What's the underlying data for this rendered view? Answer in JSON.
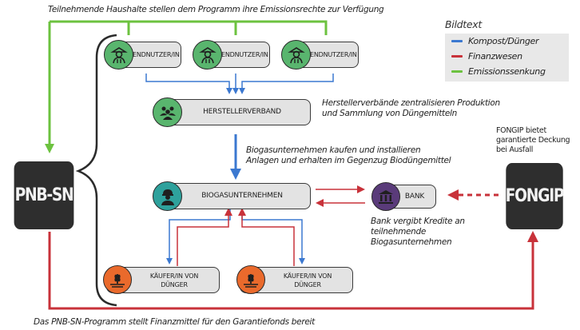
{
  "colors": {
    "compost": "#3b78d0",
    "finance": "#c8323a",
    "emission": "#6cc23f",
    "node_green": "#59b56e",
    "node_teal": "#2ea19c",
    "node_purple": "#5a3b7a",
    "node_orange": "#ea6a2c",
    "dark_box": "#2e2e2e"
  },
  "captions": {
    "top": "Teilnehmende Haushalte stellen dem Programm ihre Emissionsrechte zur Verfügung",
    "herstellerverband": [
      "Herstellerverbände zentralisieren Produktion",
      "und Sammlung von Düngemitteln"
    ],
    "biogas": [
      "Biogasunternehmen kaufen und installieren",
      "Anlagen und erhalten im Gegenzug Biodüngemittel"
    ],
    "bank": [
      "Bank vergibt Kredite an",
      "teilnehmende",
      "Biogasunternehmen"
    ],
    "fongip": [
      "FONGIP bietet",
      "garantierte Deckung",
      "bei Ausfall"
    ],
    "bottom": "Das PNB-SN-Programm stellt Finanzmittel für den Garantiefonds bereit"
  },
  "legend": {
    "title": "Bildtext",
    "items": [
      {
        "label": "Kompost/Dünger",
        "color": "#3b78d0"
      },
      {
        "label": "Finanzwesen",
        "color": "#c8323a"
      },
      {
        "label": "Emissionssenkung",
        "color": "#6cc23f"
      }
    ]
  },
  "nodes": {
    "pnb": {
      "label": "PNB-SN"
    },
    "fongip": {
      "label": "FONGIP"
    },
    "endnutzer": [
      {
        "label": "ENDNUTZER/IN",
        "icon": "farmer-icon"
      },
      {
        "label": "ENDNUTZER/IN",
        "icon": "farmer-icon"
      },
      {
        "label": "ENDNUTZER/IN",
        "icon": "farmer-icon"
      }
    ],
    "herstellerverband": {
      "label": "HERSTELLERVERBAND",
      "icon": "group-icon"
    },
    "biogas": {
      "label": "BIOGASUNTERNEHMEN",
      "icon": "worker-icon"
    },
    "bank": {
      "label": "BANK",
      "icon": "bank-icon"
    },
    "kaeufer": [
      {
        "label_1": "KÄUFER/IN VON",
        "label_2": "DÜNGER",
        "icon": "crop-icon"
      },
      {
        "label_1": "KÄUFER/IN VON",
        "label_2": "DÜNGER",
        "icon": "crop-icon"
      }
    ]
  }
}
